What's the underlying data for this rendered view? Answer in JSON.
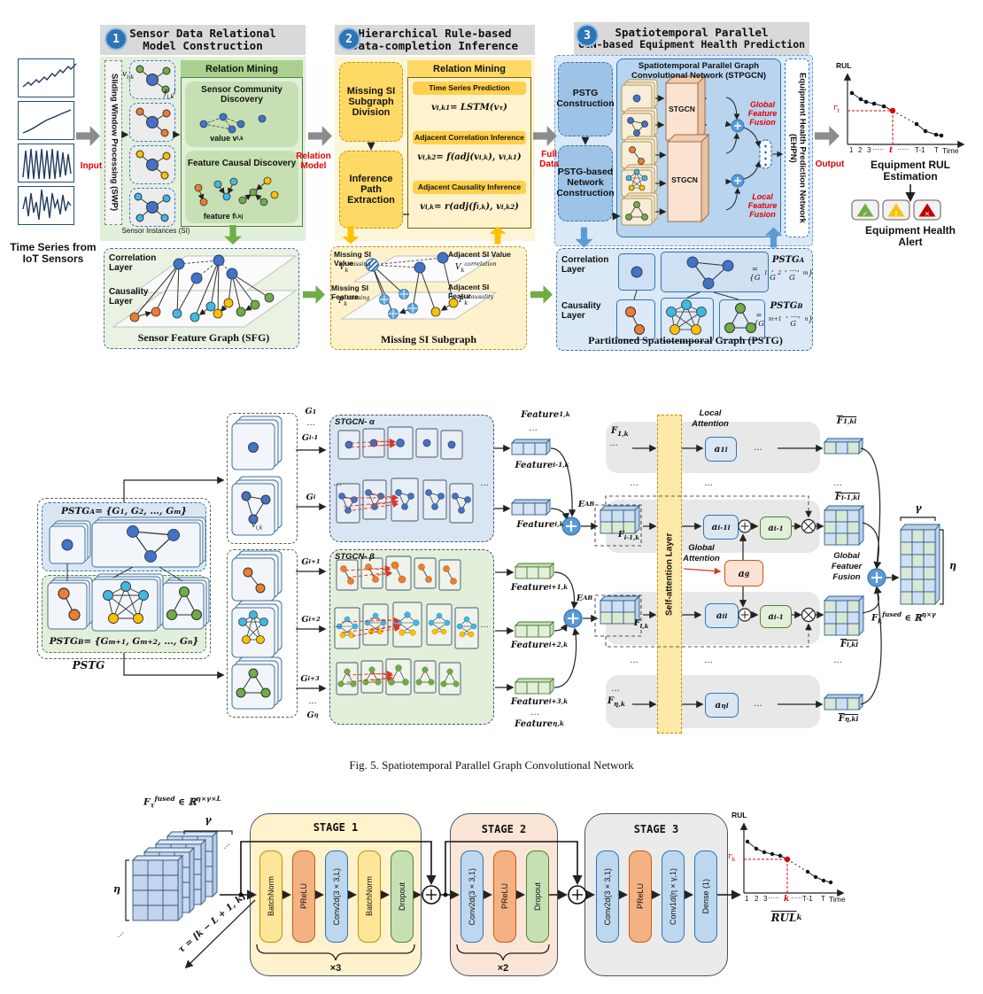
{
  "colors": {
    "accent_red": "#E00000",
    "blue": "#2E75B6",
    "light_blue_panel": "#DBE8F6",
    "green": "#70AD47",
    "green_panel": "#E2EFDA",
    "yellow": "#FFC000",
    "yellow_panel": "#FFF2CC",
    "orange": "#ED7D31",
    "header_gray": "#D9D9D9",
    "peach": "#FBE5D6",
    "stage_gray": "#EBEBEB"
  },
  "top": {
    "ts_caption": "Time Series from IoT Sensors",
    "input_label": "Input",
    "s1": {
      "num": "1",
      "title1": "Sensor Data Relational",
      "title2": "Model Construction",
      "swp": "Sliding Window Processing (SWP)",
      "v": "v_{i,k}",
      "f": "f_{i,k}^{j}",
      "si_caption": "Sensor Instances (SI)",
      "rm": "Relation Mining",
      "community": "Sensor Community Discovery",
      "value": "value v_{i,k}",
      "causal": "Feature Causal Discovery",
      "feature": "feature f_{i,k}^{j}",
      "corr": "Correlation Layer",
      "caus": "Causality Layer",
      "sfg_caption": "Sensor Feature Graph  (SFG)"
    },
    "relation_model": "Relation Model",
    "s2": {
      "num": "2",
      "title1": "Hierarchical Rule-based",
      "title2": "Data-completion Inference",
      "division": "Missing SI Subgraph Division",
      "extraction": "Inference Path Extraction",
      "rm": "Relation Mining",
      "rule1": "Time Series Prediction",
      "formula1": "v_{i,k}^{1} = LSTM(v_{τ})",
      "rule2": "Adjacent Correlation Inference",
      "formula2": "v_{i,k}^{2} = f(adj(v_{i,k}), v_{i,k}^{1})",
      "rule3": "Adjacent Causality Inference",
      "formula3": "v_{i,k} = r(adj(f_{i,k}), v_{i,k}^{2})",
      "missing_value": "Missing SI Value",
      "missing_value_var": "V_{k}^{missing}",
      "adjacent_value": "Adjacent SI Value",
      "adjacent_value_var": "V_{k}^{correlation}",
      "missing_feature": "Missing SI Feature",
      "missing_feature_var": "F_{k}^{missing}",
      "adjacent_feature": "Adjacent SI Featur",
      "adjacent_feature_var": "F_{k}^{causality}",
      "ms_caption": "Missing SI Subgraph"
    },
    "full_data": "Full Data",
    "s3": {
      "num": "3",
      "title1": "Spatiotemporal Parallel",
      "title2": "GCN-based Equipment Health Prediction",
      "pstg_construction": "PSTG Construction",
      "network_construction": "PSTG-based Network Construction",
      "stpgcn1": "Spatiotemporal Parallel Graph",
      "stpgcn2": "Convolutional Network (STPGCN)",
      "stgcn": "STGCN",
      "global_fusion": "Global Feature Fusion",
      "local_fusion": "Local Feature Fusion",
      "ehpn": "Equipment Health Prediction Network (EHPN)",
      "corr": "Correlation Layer",
      "caus": "Causality Layer",
      "pstg_a": "PSTG_{A}",
      "pstg_a_set": "= {G_{1}, G_{2}, …, G_{m}}",
      "pstg_b": "PSTG_{B}",
      "pstg_b_set": "= {G_{m+1}, …, G_{n}}",
      "pstg_caption": "Partitioned Spatiotemporal Graph  (PSTG)"
    },
    "output_label": "Output",
    "rul": {
      "y_label": "RUL",
      "x_label": "Time",
      "t1": "1",
      "t2": "2",
      "t3": "3",
      "dots": "·····",
      "tt": "t",
      "tm1": "T-1",
      "tT": "T",
      "rt": "r_{t}",
      "caption": "Equipment RUL Estimation",
      "alert_caption": "Equipment Health Alert"
    }
  },
  "fig5": {
    "pstg_a": "PSTG_{A} = {G_{1}, G_{2}, …, G_{m}}",
    "pstg_b": "PSTG_{B} = {G_{m+1}, G_{m+2}, …, G_{n}}",
    "pstg": "PSTG",
    "vik": "v_{i,k}",
    "g1": "G_{1}",
    "gim1": "G_{i-1}",
    "gi": "G_{i}",
    "gip1": "G_{i+1}",
    "gip2": "G_{i+2}",
    "gip3": "G_{i+3}",
    "geta": "G_{η}",
    "stgcn_a": "STGCN- α",
    "stgcn_b": "STGCN- β",
    "f1": "Feature_{1,k}",
    "fim1": "Feature_{i-1,k}",
    "fi": "Feature_{i,k}",
    "fip1": "Feature_{i+1,k}",
    "fip2": "Feature_{i+2,k}",
    "fip3": "Feature_{i+3,k}",
    "feta": "Feature_{η,k}",
    "eab": "E^{AB}",
    "F1": "F_{1,k}",
    "Fim1": "F_{i-1,k}",
    "Fi": "F_{i,k}",
    "Feta": "F_{η,k}",
    "sal": "Self-attention Layer",
    "local1": "Local",
    "local2": "Attention",
    "global1": "Global",
    "global2": "Attention",
    "a1": "a_{1}^{l}",
    "aim1": "a_{i-1}^{l}",
    "ai": "a_{i}^{l}",
    "aeta": "a_{η}^{l}",
    "gatt": "a_{i-1}",
    "ag": "a^{g}",
    "Fh1": "F_{1,k}^{l}",
    "Fhim1": "F_{i-1,k}^{l}",
    "Fhi": "F_{i,k}^{l}",
    "Fheta": "F_{η,k}^{l}",
    "gff1": "Global",
    "gff2": "Featuer",
    "gff3": "Fusion",
    "gamma": "γ",
    "eta": "η",
    "fused": "F_{k}^{fused} ∈ ℝ^{η×γ}",
    "dots": "…",
    "caption": "Fig. 5.   Spatiotemporal Parallel Graph Convolutional Network"
  },
  "bottom": {
    "input": "F_{τ}^{fused} ∈ ℝ^{η×γ×L}",
    "gamma": "γ",
    "eta": "η",
    "tau": "τ = [k − L + 1, k]",
    "stage1": "STAGE 1",
    "stage2": "STAGE 2",
    "stage3": "STAGE 3",
    "s1p": [
      "BatchNorm",
      "PReLU",
      "Conv2d(3×3,L)",
      "BatchNorm",
      "Dropout"
    ],
    "s2p": [
      "Conv2d(3×3,1)",
      "PReLU",
      "Dropout"
    ],
    "s3p": [
      "Conv2d(3×3,1)",
      "PReLU",
      "Conv1d(η×γ,1)",
      "Dense (1)"
    ],
    "x3": "×3",
    "x2": "×2",
    "rul": {
      "y_label": "RUL",
      "x_label": "Time",
      "t1": "1",
      "t2": "2",
      "t3": "3",
      "dots": "·····",
      "tk": "k",
      "tm1": "T-1",
      "tT": "T",
      "rk": "r_{k}",
      "hat": "RUL",
      "sup": "k"
    }
  }
}
